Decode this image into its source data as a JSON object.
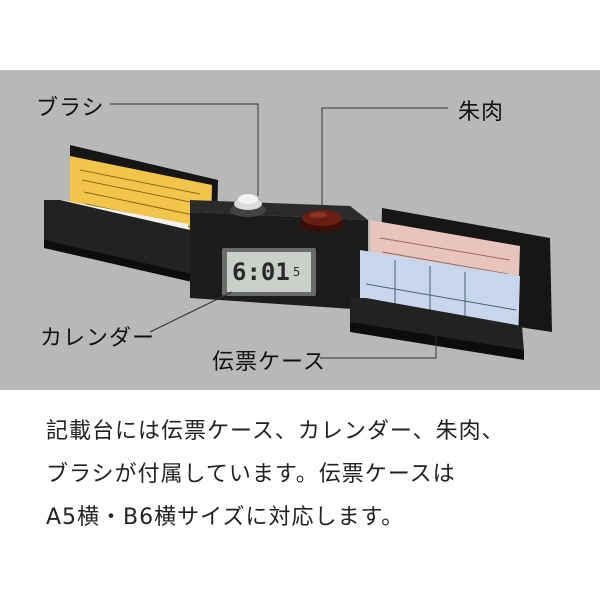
{
  "callouts": {
    "brush": "ブラシ",
    "stamp_pad": "朱肉",
    "calendar": "カレンダー",
    "slip_case": "伝票ケース"
  },
  "clock_display": {
    "time": "6:01",
    "seconds": "5"
  },
  "caption": {
    "line1": "記載台には伝票ケース、カレンダー、朱肉、",
    "line2": "ブラシが付属しています。伝票ケースは",
    "line3": "A5横・B6横サイズに対応します。"
  },
  "colors": {
    "background": "#b6b9b6",
    "product_body": "#1c1c1c",
    "stamp_pad": "#6a1d12",
    "yellow_slip": "#f2c54a",
    "pink_slip": "#e9c4bc",
    "blue_slip": "#c7d6ea"
  }
}
